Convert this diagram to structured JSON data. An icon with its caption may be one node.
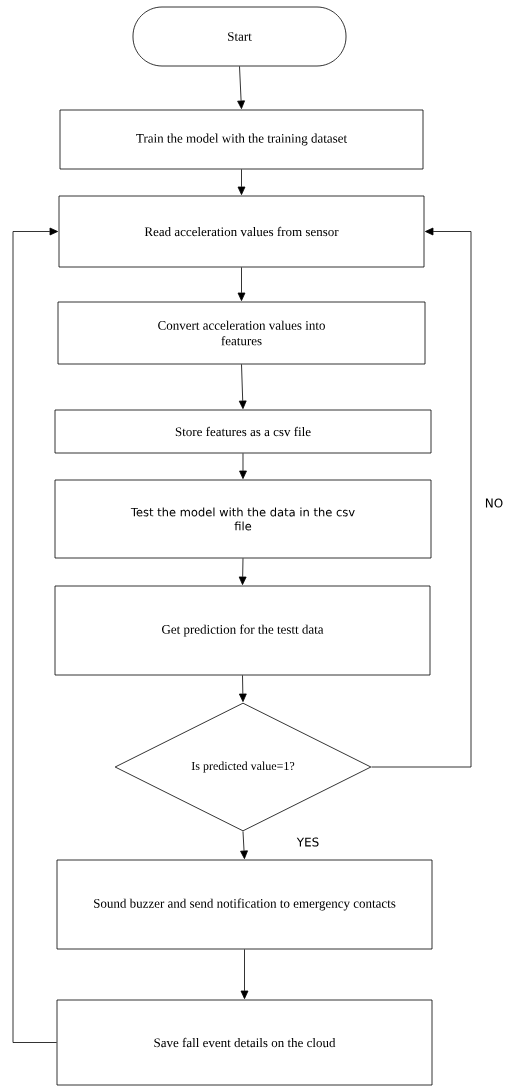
{
  "diagram": {
    "nodes": [
      {
        "text": [
          "Start"
        ]
      },
      {
        "text": [
          "Train the model with the training dataset"
        ]
      },
      {
        "text": [
          "Read acceleration values from sensor"
        ]
      },
      {
        "text": [
          "Convert acceleration values into features"
        ]
      },
      {
        "text": [
          "Store features as a csv file"
        ]
      },
      {
        "text": [
          "Test the model with the data in the csv file"
        ]
      },
      {
        "text": [
          "Get prediction for the testt data"
        ]
      },
      {
        "text": [
          "Is predicted value=1?"
        ]
      },
      {
        "text": [
          "Sound buzzer and send notification to emergency contacts"
        ]
      },
      {
        "text": [
          "Save fall event details on the cloud"
        ]
      }
    ],
    "edges": [
      {
        "from": 0,
        "to": 1,
        "arrow": "to"
      },
      {
        "from": 1,
        "to": 2,
        "arrow": "to"
      },
      {
        "from": 2,
        "to": 3,
        "arrow": "to"
      },
      {
        "from": 3,
        "to": 4,
        "arrow": "to"
      },
      {
        "from": 4,
        "to": 5,
        "arrow": "to"
      },
      {
        "from": 5,
        "to": 6,
        "arrow": "to"
      },
      {
        "from": 6,
        "to": 7,
        "arrow": "to"
      },
      {
        "from": 7,
        "to": 8,
        "arrow": "to",
        "label": "YES"
      },
      {
        "from": 8,
        "to": 9,
        "arrow": "to"
      },
      {
        "from": 9,
        "to": 2,
        "arrow": "to"
      },
      {
        "from": 7,
        "to": 2,
        "arrow": "to",
        "label": "NO"
      }
    ]
  }
}
